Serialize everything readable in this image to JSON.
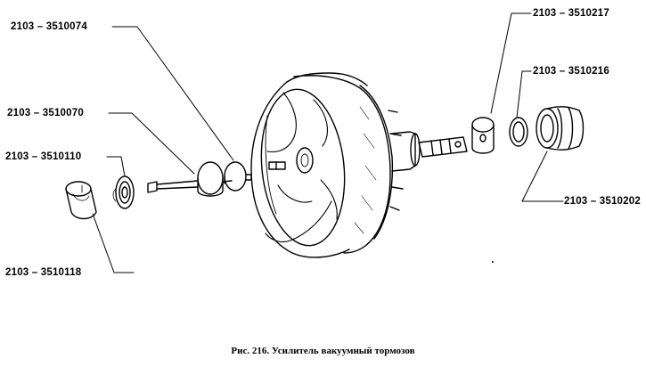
{
  "figure": {
    "caption": "Рис. 216. Усилитель вакуумный тормозов",
    "part_labels": {
      "p3510074": "2103 – 3510074",
      "p3510070": "2103 – 3510070",
      "p3510110": "2103 – 3510110",
      "p3510118": "2103 – 3510118",
      "p3510217": "2103 – 3510217",
      "p3510216": "2103 – 3510216",
      "p3510202": "2103 – 3510202"
    }
  }
}
